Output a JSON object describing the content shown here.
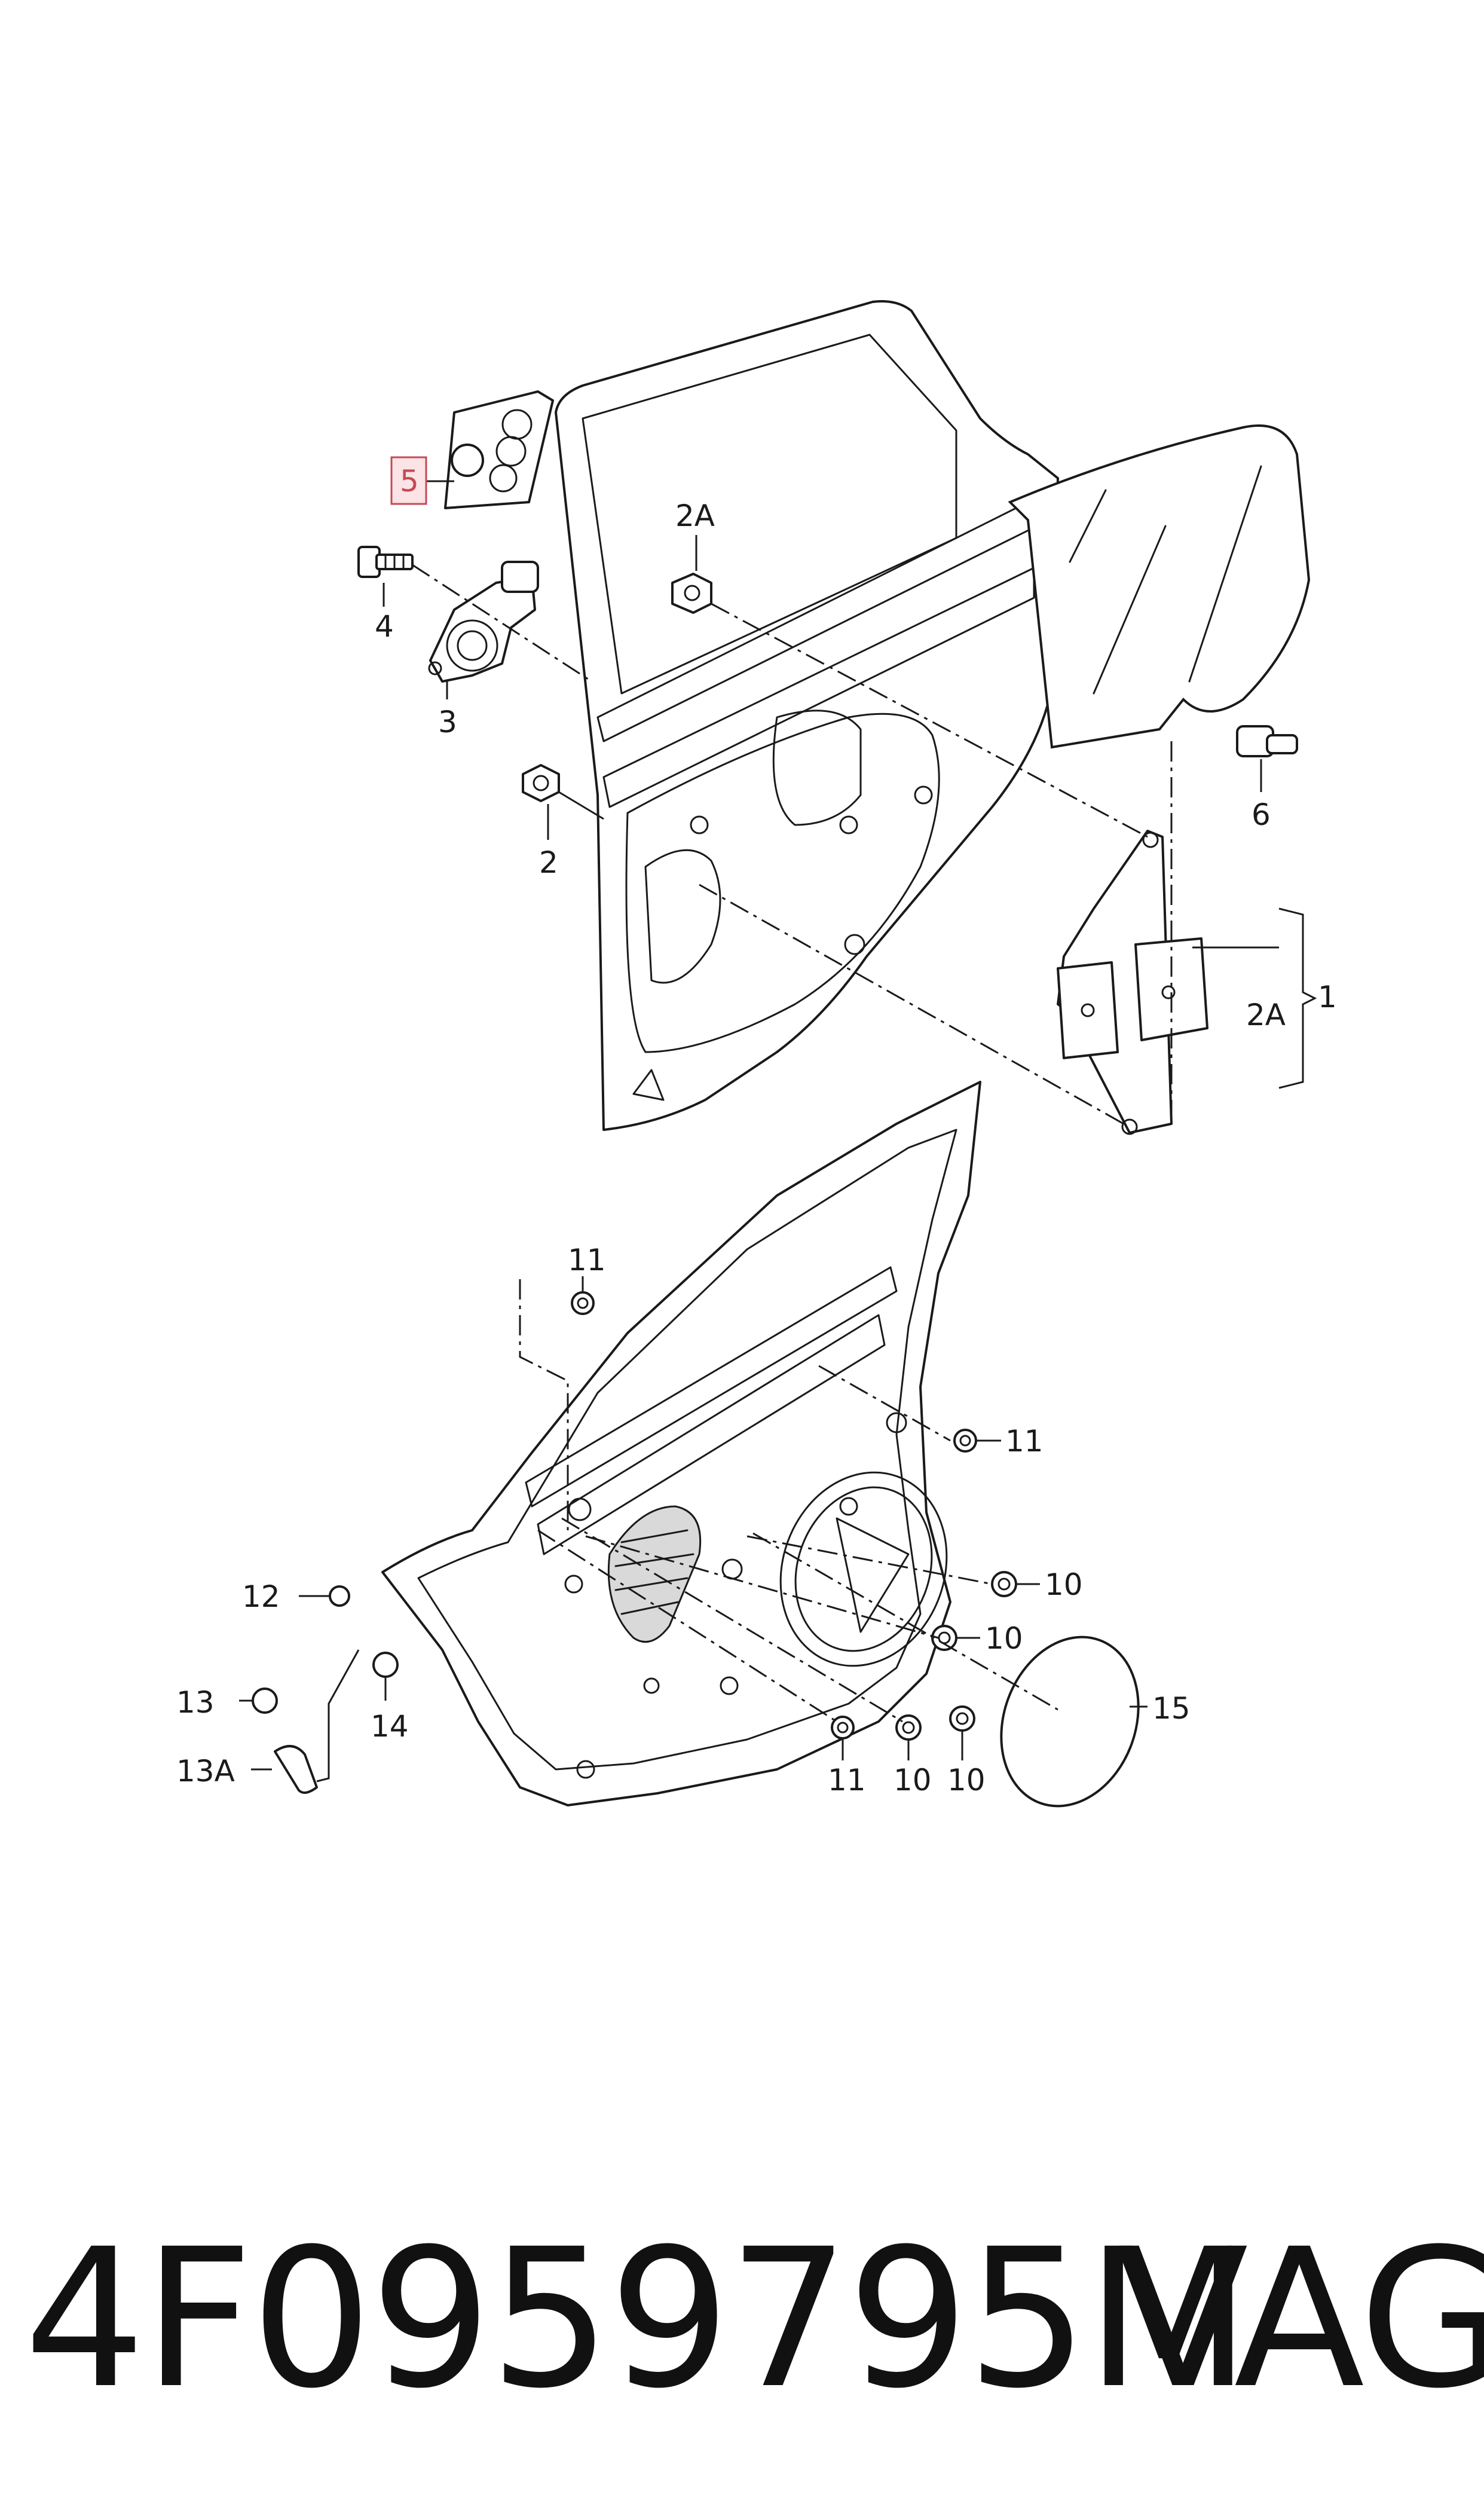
{
  "labels": {
    "c1": "1",
    "c2": "2",
    "c2a_top": "2A",
    "c2a_side": "2A",
    "c3": "3",
    "c4": "4",
    "c5": "5",
    "c6": "6",
    "c10a": "10",
    "c10b": "10",
    "c10c": "10",
    "c10d": "10",
    "c11a": "11",
    "c11b": "11",
    "c11c": "11",
    "c12": "12",
    "c13": "13",
    "c13a": "13A",
    "c14": "14",
    "c15": "15"
  },
  "footer": {
    "part_number": "4F0959795M",
    "brand": "VAG"
  },
  "colors": {
    "highlight": "#c44a55",
    "highlight_fill": "#fbe3e6",
    "ink": "#1a1a1a"
  }
}
